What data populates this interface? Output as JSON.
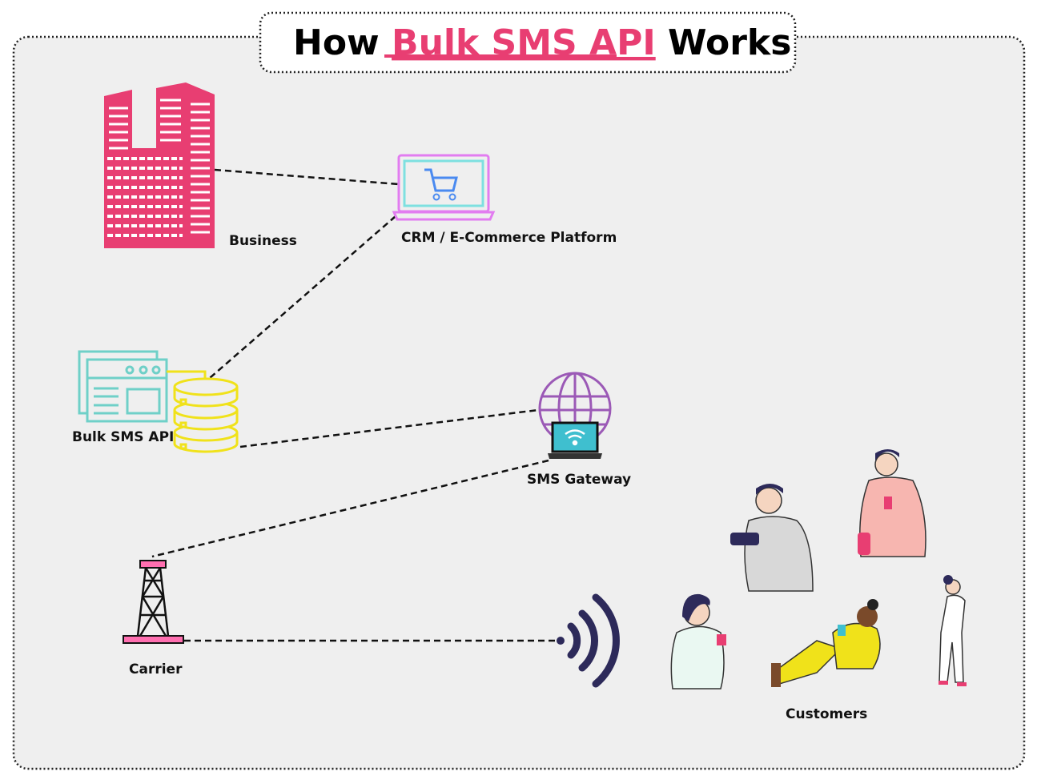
{
  "title": {
    "prefix": "How ",
    "highlight": "Bulk SMS API",
    "suffix": " Works"
  },
  "colors": {
    "accent": "#e83e72",
    "teal": "#6fd0c8",
    "yellow": "#f0e21a",
    "purple": "#9b59b6",
    "navy": "#2d2a5a",
    "background": "#efefef"
  },
  "nodes": {
    "business": "Business",
    "crm": "CRM / E-Commerce Platform",
    "api": "Bulk SMS API",
    "gateway": "SMS Gateway",
    "carrier": "Carrier",
    "customers": "Customers"
  }
}
